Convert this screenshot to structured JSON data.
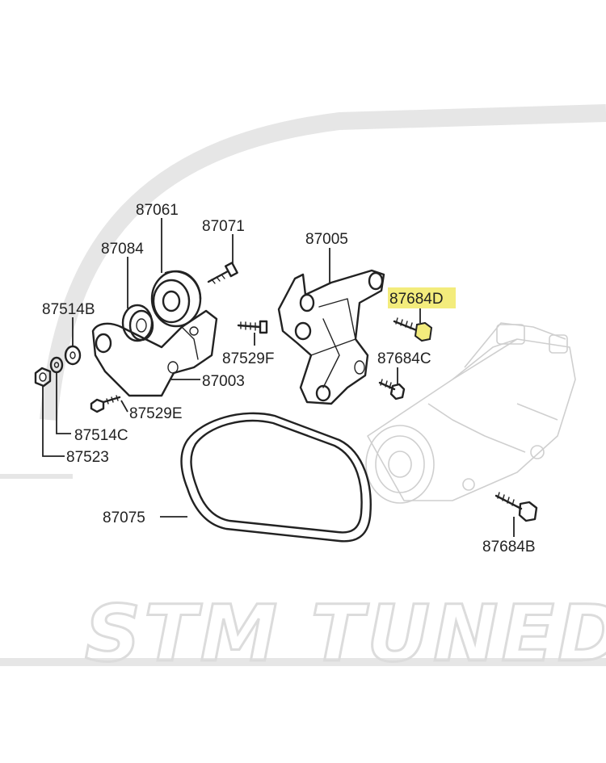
{
  "diagram": {
    "labels": {
      "p87061": "87061",
      "p87071": "87071",
      "p87084": "87084",
      "p87005": "87005",
      "p87514B": "87514B",
      "p87684D": "87684D",
      "p87529F": "87529F",
      "p87684C": "87684C",
      "p87003": "87003",
      "p87529E": "87529E",
      "p87514C": "87514C",
      "p87523": "87523",
      "p87075": "87075",
      "p87684B": "87684B"
    },
    "highlighted_part": "87684D",
    "highlight_color": "#f3ec7c",
    "watermark": "STM TUNED"
  }
}
